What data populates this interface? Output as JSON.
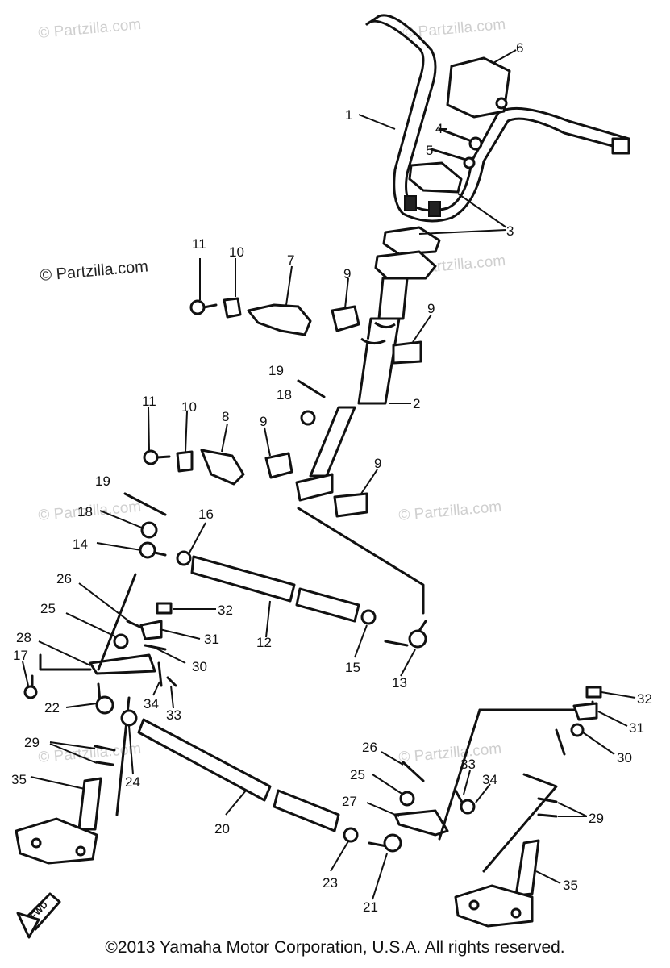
{
  "watermarks": [
    "© Partzilla.com",
    "© Partzilla.com",
    "© Partzilla.com",
    "© Partzilla.com",
    "© Partzilla.com",
    "© Partzilla.com",
    "© Partzilla.com"
  ],
  "watermark_dark": "© Partzilla.com",
  "forward_label": "FWD",
  "copyright": "©2013  Yamaha Motor Corporation, U.S.A. All rights reserved.",
  "callouts": {
    "c1": "1",
    "c2": "2",
    "c3": "3",
    "c4": "4",
    "c5": "5",
    "c6": "6",
    "c7": "7",
    "c8": "8",
    "c9a": "9",
    "c9b": "9",
    "c9c": "9",
    "c9d": "9",
    "c10a": "10",
    "c10b": "10",
    "c11a": "11",
    "c11b": "11",
    "c12": "12",
    "c13": "13",
    "c14": "14",
    "c15": "15",
    "c16": "16",
    "c17": "17",
    "c18a": "18",
    "c18b": "18",
    "c19a": "19",
    "c19b": "19",
    "c20": "20",
    "c21": "21",
    "c22": "22",
    "c23": "23",
    "c24": "24",
    "c25a": "25",
    "c25b": "25",
    "c26a": "26",
    "c26b": "26",
    "c27": "27",
    "c28": "28",
    "c29a": "29",
    "c29b": "29",
    "c30a": "30",
    "c30b": "30",
    "c31a": "31",
    "c31b": "31",
    "c32a": "32",
    "c32b": "32",
    "c33a": "33",
    "c33b": "33",
    "c34a": "34",
    "c34b": "34",
    "c35a": "35",
    "c35b": "35"
  }
}
